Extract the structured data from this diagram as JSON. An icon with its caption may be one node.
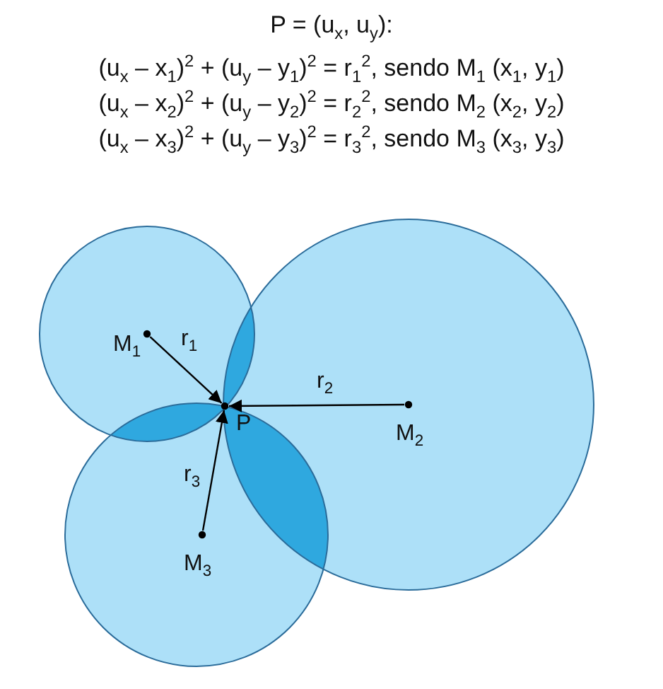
{
  "diagram": {
    "title": "P = (u$_{x}$, u$_{y}$):",
    "nodes": [
      {
        "text": [
          "M$_{1}$"
        ]
      },
      {
        "text": [
          "M$_{2}$"
        ]
      },
      {
        "text": [
          "M$_{3}$"
        ]
      },
      {
        "text": [
          "P"
        ]
      }
    ],
    "edges": [
      {
        "from": 0,
        "to": 3,
        "arrow": "to",
        "label": "r$_{1}$"
      },
      {
        "from": 1,
        "to": 3,
        "arrow": "to",
        "label": "r$_{2}$"
      },
      {
        "from": 2,
        "to": 3,
        "arrow": "to",
        "label": "r$_{3}$"
      }
    ],
    "labels": [
      "(u$_{x}$ – x$_{1}$)$^{2}$ + (u$_{y}$ – y$_{1}$)$^{2}$ = r$_{1}$$^{2}$, sendo M$_{1}$ (x$_{1}$, y$_{1}$)",
      "(u$_{x}$ – x$_{2}$)$^{2}$ + (u$_{y}$ – y$_{2}$)$^{2}$ = r$_{2}$$^{2}$, sendo M$_{2}$ (x$_{2}$, y$_{2}$)",
      "(u$_{x}$ – x$_{3}$)$^{2}$ + (u$_{y}$ – y$_{3}$)$^{2}$ = r$_{3}$$^{2}$, sendo M$_{3}$ (x$_{3}$, y$_{3}$)"
    ]
  }
}
